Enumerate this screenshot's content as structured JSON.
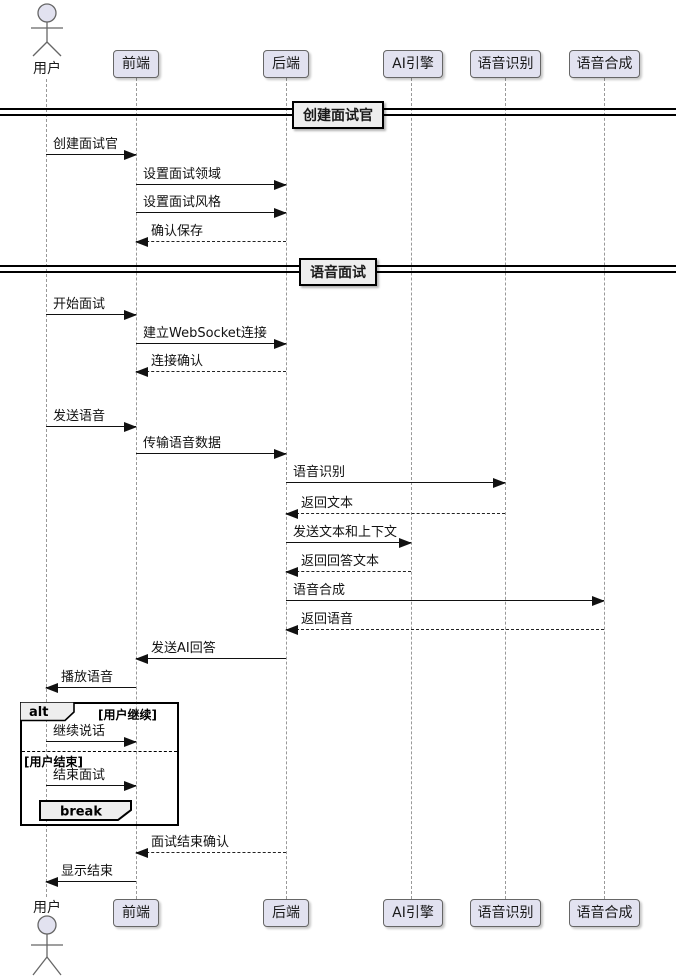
{
  "diagram": {
    "type": "uml-sequence",
    "participants": [
      {
        "name": "用户",
        "kind": "actor"
      },
      {
        "name": "前端",
        "kind": "participant"
      },
      {
        "name": "后端",
        "kind": "participant"
      },
      {
        "name": "AI引擎",
        "kind": "participant"
      },
      {
        "name": "语音识别",
        "kind": "participant"
      },
      {
        "name": "语音合成",
        "kind": "participant"
      }
    ],
    "dividers": [
      {
        "label": "创建面试官"
      },
      {
        "label": "语音面试"
      }
    ],
    "messages": [
      {
        "text": "创建面试官",
        "from": "用户",
        "to": "前端",
        "line": "solid"
      },
      {
        "text": "设置面试领域",
        "from": "前端",
        "to": "后端",
        "line": "solid"
      },
      {
        "text": "设置面试风格",
        "from": "前端",
        "to": "后端",
        "line": "solid"
      },
      {
        "text": "确认保存",
        "from": "后端",
        "to": "前端",
        "line": "dashed"
      },
      {
        "text": "开始面试",
        "from": "用户",
        "to": "前端",
        "line": "solid"
      },
      {
        "text": "建立WebSocket连接",
        "from": "前端",
        "to": "后端",
        "line": "solid"
      },
      {
        "text": "连接确认",
        "from": "后端",
        "to": "前端",
        "line": "dashed"
      },
      {
        "text": "发送语音",
        "from": "用户",
        "to": "前端",
        "line": "solid"
      },
      {
        "text": "传输语音数据",
        "from": "前端",
        "to": "后端",
        "line": "solid"
      },
      {
        "text": "语音识别",
        "from": "后端",
        "to": "语音识别",
        "line": "solid"
      },
      {
        "text": "返回文本",
        "from": "语音识别",
        "to": "后端",
        "line": "dashed"
      },
      {
        "text": "发送文本和上下文",
        "from": "后端",
        "to": "AI引擎",
        "line": "solid"
      },
      {
        "text": "返回回答文本",
        "from": "AI引擎",
        "to": "后端",
        "line": "dashed"
      },
      {
        "text": "语音合成",
        "from": "后端",
        "to": "语音合成",
        "line": "solid"
      },
      {
        "text": "返回语音",
        "from": "语音合成",
        "to": "后端",
        "line": "dashed"
      },
      {
        "text": "发送AI回答",
        "from": "后端",
        "to": "前端",
        "line": "solid"
      },
      {
        "text": "播放语音",
        "from": "前端",
        "to": "用户",
        "line": "solid"
      },
      {
        "text": "继续说话",
        "from": "用户",
        "to": "前端",
        "line": "solid"
      },
      {
        "text": "结束面试",
        "from": "用户",
        "to": "前端",
        "line": "solid"
      },
      {
        "text": "面试结束确认",
        "from": "后端",
        "to": "前端",
        "line": "dashed"
      },
      {
        "text": "显示结束",
        "from": "前端",
        "to": "用户",
        "line": "solid"
      }
    ],
    "fragments": {
      "alt": {
        "label": "alt",
        "guard1": "[用户继续]",
        "guard2": "[用户结束]",
        "break_label": "break"
      }
    },
    "colors": {
      "participant_fill": "#E2E2F0",
      "participant_border": "#666666",
      "fragment_label_bg": "#EEEEEE",
      "lifeline": "#999999",
      "line": "#111111",
      "background": "#FFFFFF"
    }
  }
}
